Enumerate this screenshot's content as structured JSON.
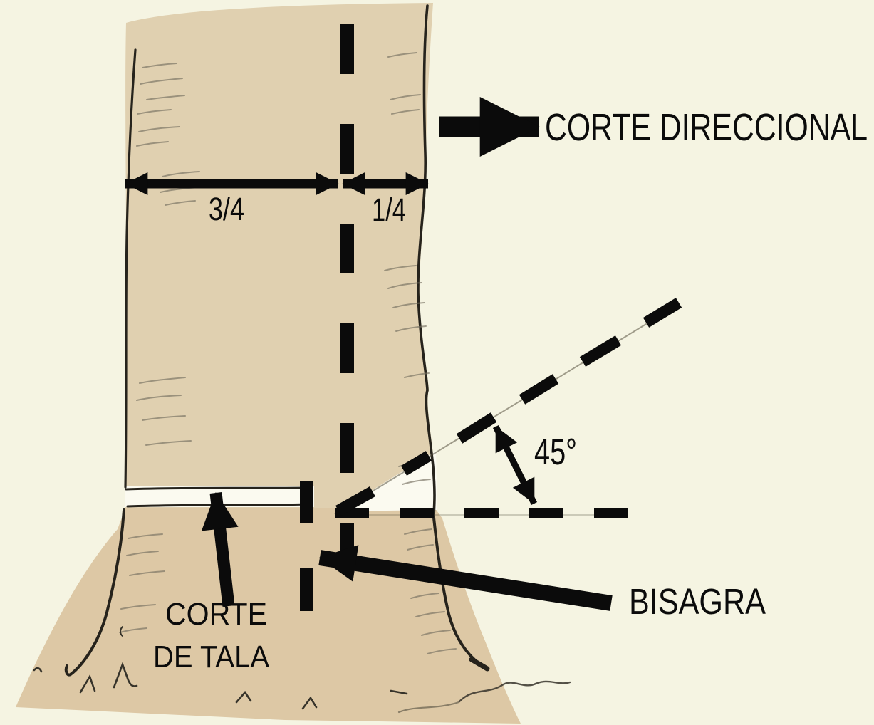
{
  "title": "Diagrama de cortes para tala de arbol",
  "colors": {
    "background": "#f5f4e2",
    "trunk": "#e0d0b0",
    "stump": "#ddc8a5",
    "cut_white": "#fbfaf0",
    "ink": "#0b0b0b",
    "pencil_dark": "#26231c",
    "pencil_light": "#767061"
  },
  "labels": {
    "directional_cut": "CORTE DIRECCIONAL",
    "felling_cut_line1": "CORTE",
    "felling_cut_line2": "DE TALA",
    "hinge": "BISAGRA",
    "angle": "45°",
    "trunk_fraction_left": "3/4",
    "trunk_fraction_right": "1/4"
  }
}
